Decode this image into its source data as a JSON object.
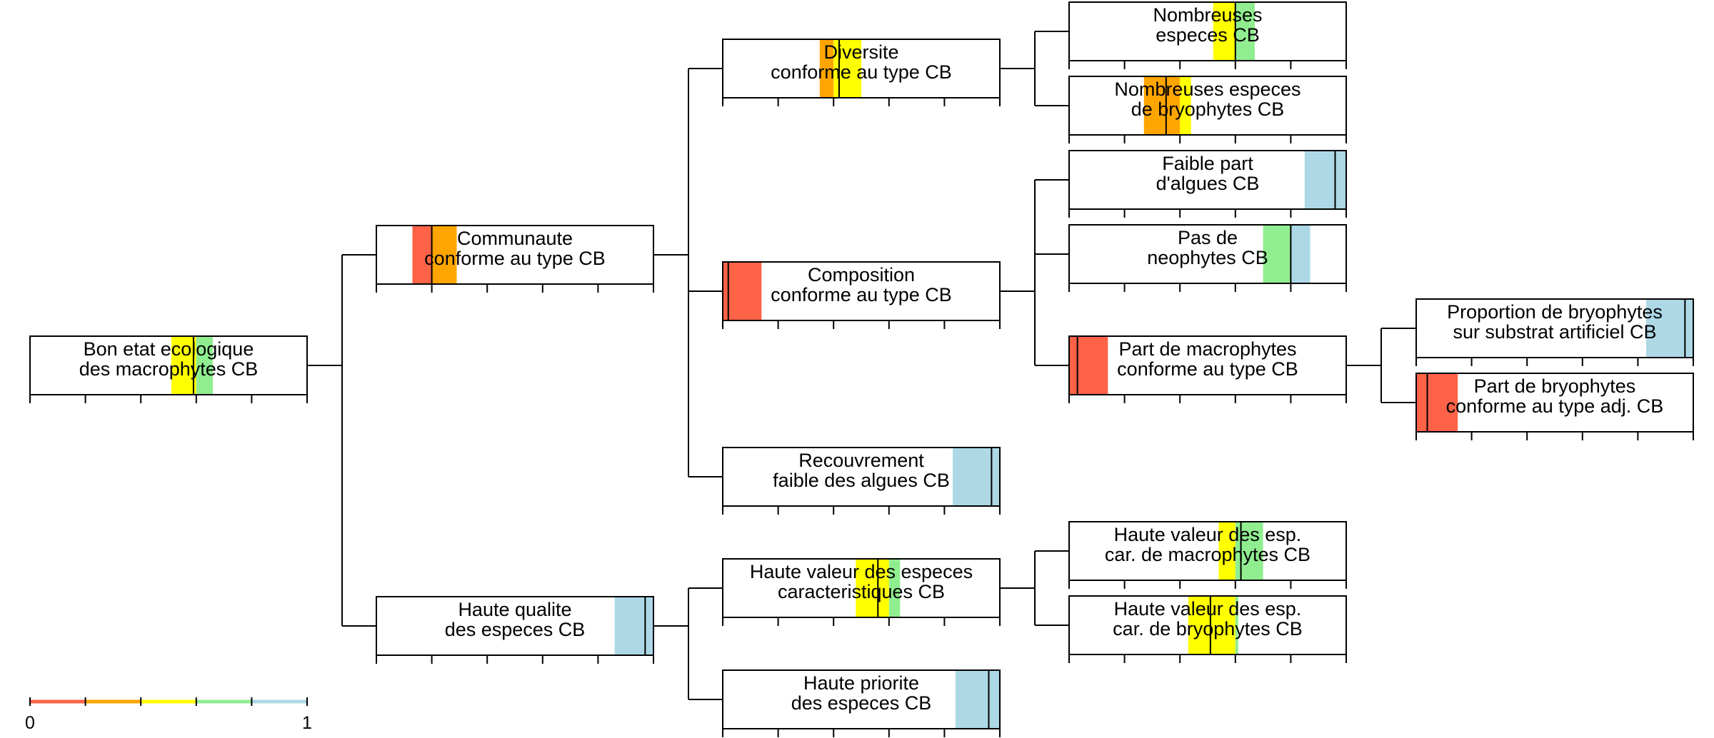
{
  "colors": {
    "red": "#ff6347",
    "orange": "#ffa500",
    "yellow": "#ffff00",
    "green": "#90ee90",
    "blue": "#add8e6",
    "line": "#000000"
  },
  "scale": {
    "min_label": "0",
    "max_label": "1",
    "classes": [
      "red",
      "orange",
      "yellow",
      "green",
      "blue"
    ]
  },
  "nodes": [
    {
      "id": "root",
      "lines": [
        "Bon etat ecologique",
        "des macrophytes CB"
      ],
      "band": [
        0.51,
        0.66
      ],
      "mark": 0.59
    },
    {
      "id": "communaute",
      "lines": [
        "Communaute",
        "conforme au type CB"
      ],
      "band": [
        0.13,
        0.29
      ],
      "mark": 0.2
    },
    {
      "id": "qualite",
      "lines": [
        "Haute qualite",
        "des especes CB"
      ],
      "band": [
        0.86,
        1.0
      ],
      "mark": 0.97
    },
    {
      "id": "diversite",
      "lines": [
        "Diversite",
        "conforme au type CB"
      ],
      "band": [
        0.35,
        0.5
      ],
      "mark": 0.42
    },
    {
      "id": "composition",
      "lines": [
        "Composition",
        "conforme au type CB"
      ],
      "band": [
        0.0,
        0.14
      ],
      "mark": 0.02
    },
    {
      "id": "recouvrement",
      "lines": [
        "Recouvrement",
        "faible des algues CB"
      ],
      "band": [
        0.83,
        1.0
      ],
      "mark": 0.97
    },
    {
      "id": "valeur",
      "lines": [
        "Haute valeur des especes",
        "caracteristiques CB"
      ],
      "band": [
        0.48,
        0.64
      ],
      "mark": 0.56
    },
    {
      "id": "priorite",
      "lines": [
        "Haute priorite",
        "des especes CB"
      ],
      "band": [
        0.84,
        1.0
      ],
      "mark": 0.96
    },
    {
      "id": "nombreuses",
      "lines": [
        "Nombreuses",
        "especes CB"
      ],
      "band": [
        0.52,
        0.67
      ],
      "mark": 0.6
    },
    {
      "id": "nombreuses_bryo",
      "lines": [
        "Nombreuses especes",
        "de bryophytes CB"
      ],
      "band": [
        0.27,
        0.44
      ],
      "mark": 0.35
    },
    {
      "id": "algues",
      "lines": [
        "Faible part",
        "d'algues CB"
      ],
      "band": [
        0.85,
        1.0
      ],
      "mark": 0.96
    },
    {
      "id": "neophytes",
      "lines": [
        "Pas de",
        "neophytes CB"
      ],
      "band": [
        0.7,
        0.87
      ],
      "mark": 0.8
    },
    {
      "id": "macrophytes",
      "lines": [
        "Part de macrophytes",
        "conforme au type CB"
      ],
      "band": [
        0.0,
        0.14
      ],
      "mark": 0.03
    },
    {
      "id": "bryo_artificiel",
      "lines": [
        "Proportion de bryophytes",
        "sur substrat artificiel CB"
      ],
      "band": [
        0.83,
        1.0
      ],
      "mark": 0.97
    },
    {
      "id": "bryo_adj",
      "lines": [
        "Part de bryophytes",
        "conforme au type adj. CB"
      ],
      "band": [
        0.0,
        0.15
      ],
      "mark": 0.04
    },
    {
      "id": "val_macro",
      "lines": [
        "Haute valeur des esp.",
        "car. de macrophytes CB"
      ],
      "band": [
        0.54,
        0.7
      ],
      "mark": 0.62
    },
    {
      "id": "val_bryo",
      "lines": [
        "Haute valeur des esp.",
        "car. de bryophytes CB"
      ],
      "band": [
        0.43,
        0.61
      ],
      "mark": 0.51
    }
  ],
  "edges": [
    {
      "from": "root",
      "to": [
        "communaute",
        "qualite"
      ]
    },
    {
      "from": "communaute",
      "to": [
        "diversite",
        "composition",
        "recouvrement"
      ]
    },
    {
      "from": "qualite",
      "to": [
        "valeur",
        "priorite"
      ]
    },
    {
      "from": "diversite",
      "to": [
        "nombreuses",
        "nombreuses_bryo"
      ]
    },
    {
      "from": "composition",
      "to": [
        "algues",
        "neophytes",
        "macrophytes"
      ]
    },
    {
      "from": "macrophytes",
      "to": [
        "bryo_artificiel",
        "bryo_adj"
      ]
    },
    {
      "from": "valeur",
      "to": [
        "val_macro",
        "val_bryo"
      ]
    }
  ]
}
